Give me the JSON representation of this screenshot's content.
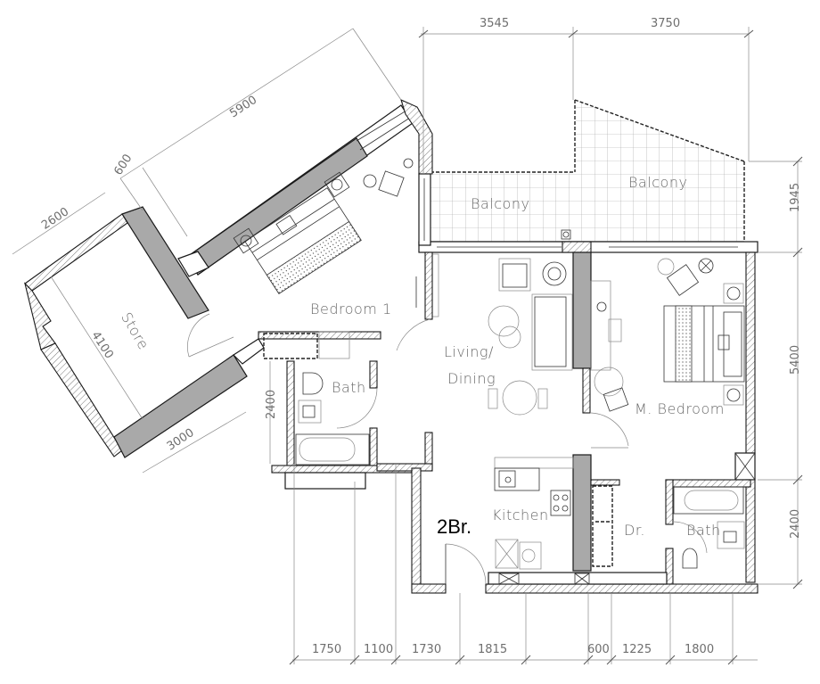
{
  "plan": {
    "unit_type": "2Br.",
    "rooms": {
      "bedroom1": "Bedroom 1",
      "store": "Store",
      "bath1": "Bath",
      "living_line1": "Living/",
      "living_line2": "Dining",
      "master_bedroom": "M. Bedroom",
      "kitchen": "Kitchen",
      "dressing": "Dr.",
      "bath2": "Bath",
      "balcony_left": "Balcony",
      "balcony_right": "Balcony"
    },
    "dimensions": {
      "top": [
        "3545",
        "3750"
      ],
      "angled_top": [
        "5900",
        "600",
        "2600"
      ],
      "store_depth": "4100",
      "store_bottom": "3000",
      "left_vertical": "2400",
      "right": [
        "1945",
        "5400",
        "2400"
      ],
      "bottom": [
        "1750",
        "1100",
        "1730",
        "1815",
        "600",
        "1225",
        "1800"
      ]
    },
    "colors": {
      "wall_line": "#1a1a1a",
      "shear_wall": "#a9a9a9",
      "dimension": "#8a8a8a",
      "room_label": "#6a6a6a"
    }
  }
}
